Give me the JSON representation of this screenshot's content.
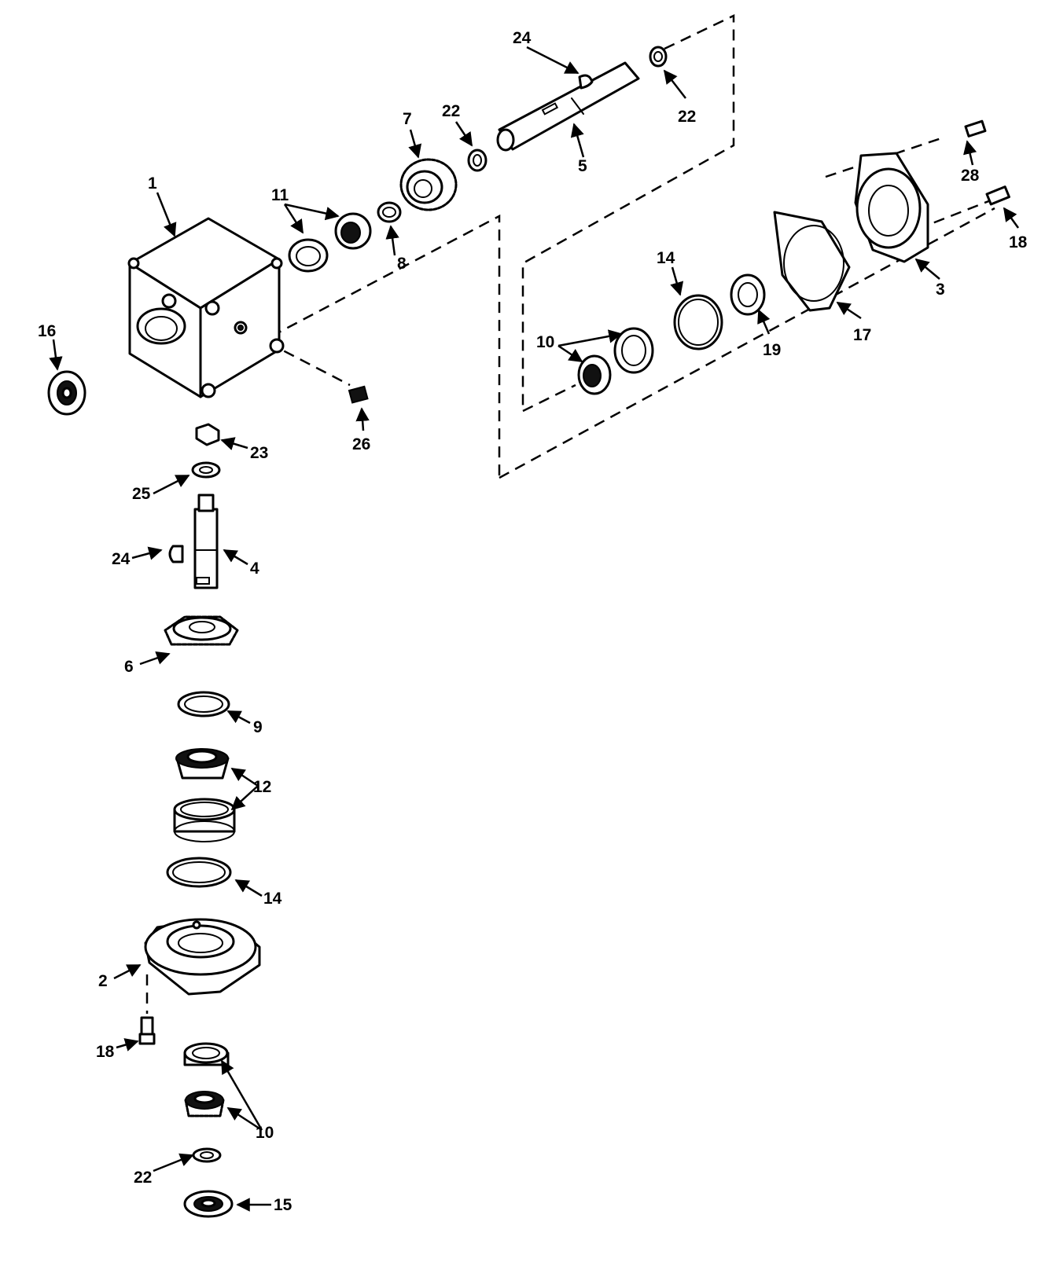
{
  "callouts": {
    "c1": "1",
    "c2": "2",
    "c3": "3",
    "c4": "4",
    "c5": "5",
    "c6": "6",
    "c7": "7",
    "c8": "8",
    "c9": "9",
    "c10_top": "10",
    "c10_bottom": "10",
    "c11": "11",
    "c12": "12",
    "c14_top": "14",
    "c14_bottom": "14",
    "c15": "15",
    "c16": "16",
    "c17": "17",
    "c18_right": "18",
    "c18_left": "18",
    "c19": "19",
    "c22_a": "22",
    "c22_b": "22",
    "c22_c": "22",
    "c23": "23",
    "c24_top": "24",
    "c24_left": "24",
    "c25": "25",
    "c26": "26",
    "c28": "28"
  }
}
